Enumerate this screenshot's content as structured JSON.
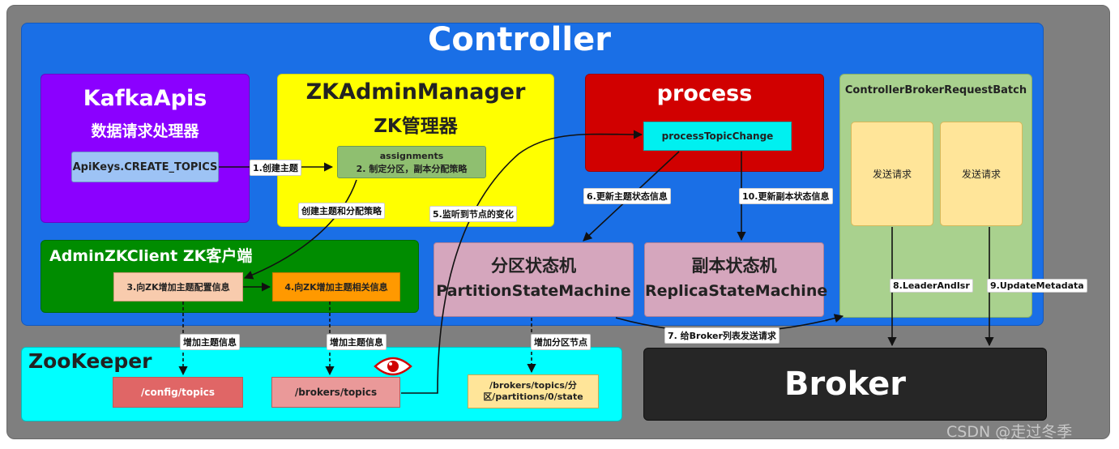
{
  "title": "Controller",
  "kafka_apis": {
    "title": "KafkaApis",
    "subtitle": "数据请求处理器",
    "api_key": "ApiKeys.CREATE_TOPICS"
  },
  "zk_admin": {
    "title": "ZKAdminManager",
    "subtitle": "ZK管理器",
    "assign_line1": "assignments",
    "assign_line2": "2. 制定分区，副本分配策略"
  },
  "process": {
    "title": "process",
    "topic_change": "processTopicChange"
  },
  "batch": {
    "title": "ControllerBrokerRequestBatch",
    "send1": "发送请求",
    "send2": "发送请求"
  },
  "admin_zk_client": {
    "title": "AdminZKClient ZK客户端",
    "step3": "3.向ZK增加主题配置信息",
    "step4": "4.向ZK增加主题相关信息"
  },
  "partition_sm": {
    "cn": "分区状态机",
    "en": "PartitionStateMachine"
  },
  "replica_sm": {
    "cn": "副本状态机",
    "en": "ReplicaStateMachine"
  },
  "zookeeper": {
    "title": "ZooKeeper",
    "node1": "/config/topics",
    "node2": "/brokers/topics",
    "node3": "/brokers/topics/分区/partitions/0/state"
  },
  "broker": {
    "title": "Broker"
  },
  "labels": {
    "l1": "1.创建主题",
    "l_create": "创建主题和分配策略",
    "l5": "5.监听到节点的变化",
    "l6": "6.更新主题状态信息",
    "l10": "10.更新副本状态信息",
    "l7": "7. 给Broker列表发送请求",
    "l8": "8.LeaderAndIsr",
    "l9": "9.UpdateMetadata",
    "zk_add1": "增加主题信息",
    "zk_add2": "增加主题信息",
    "zk_add3": "增加分区节点"
  },
  "watermark": "CSDN @走过冬季",
  "icons": {
    "watch": "eye-icon"
  }
}
